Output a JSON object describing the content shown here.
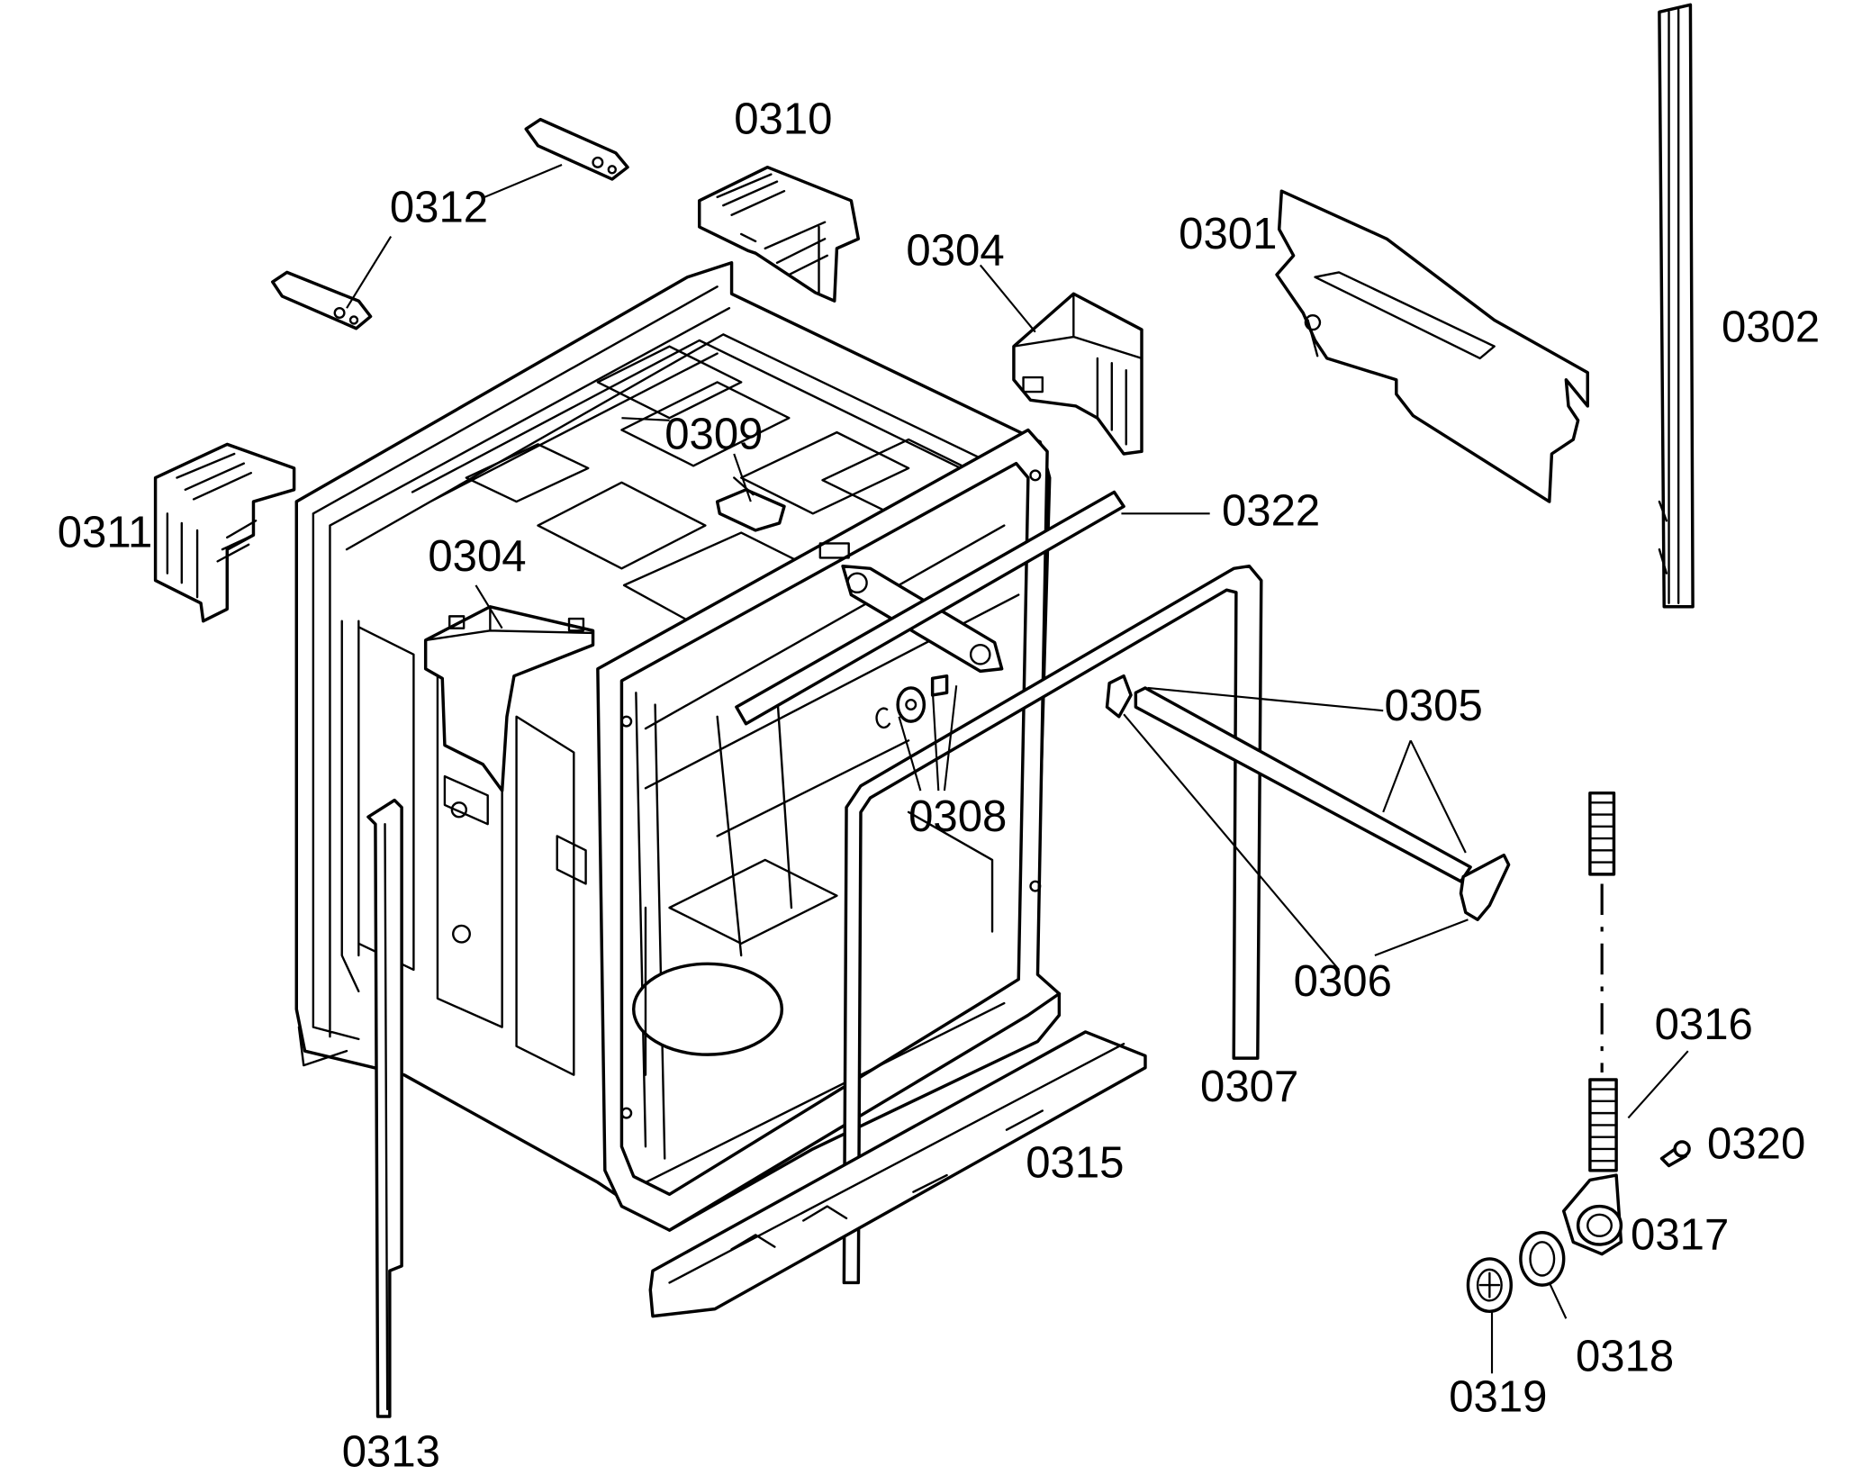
{
  "diagram": {
    "labels": {
      "p0301": "0301",
      "p0302": "0302",
      "p0304a": "0304",
      "p0304b": "0304",
      "p0305": "0305",
      "p0306": "0306",
      "p0307": "0307",
      "p0308": "0308",
      "p0309": "0309",
      "p0310": "0310",
      "p0311": "0311",
      "p0312": "0312",
      "p0313": "0313",
      "p0315": "0315",
      "p0316": "0316",
      "p0317": "0317",
      "p0318": "0318",
      "p0319": "0319",
      "p0320": "0320",
      "p0322": "0322"
    }
  }
}
